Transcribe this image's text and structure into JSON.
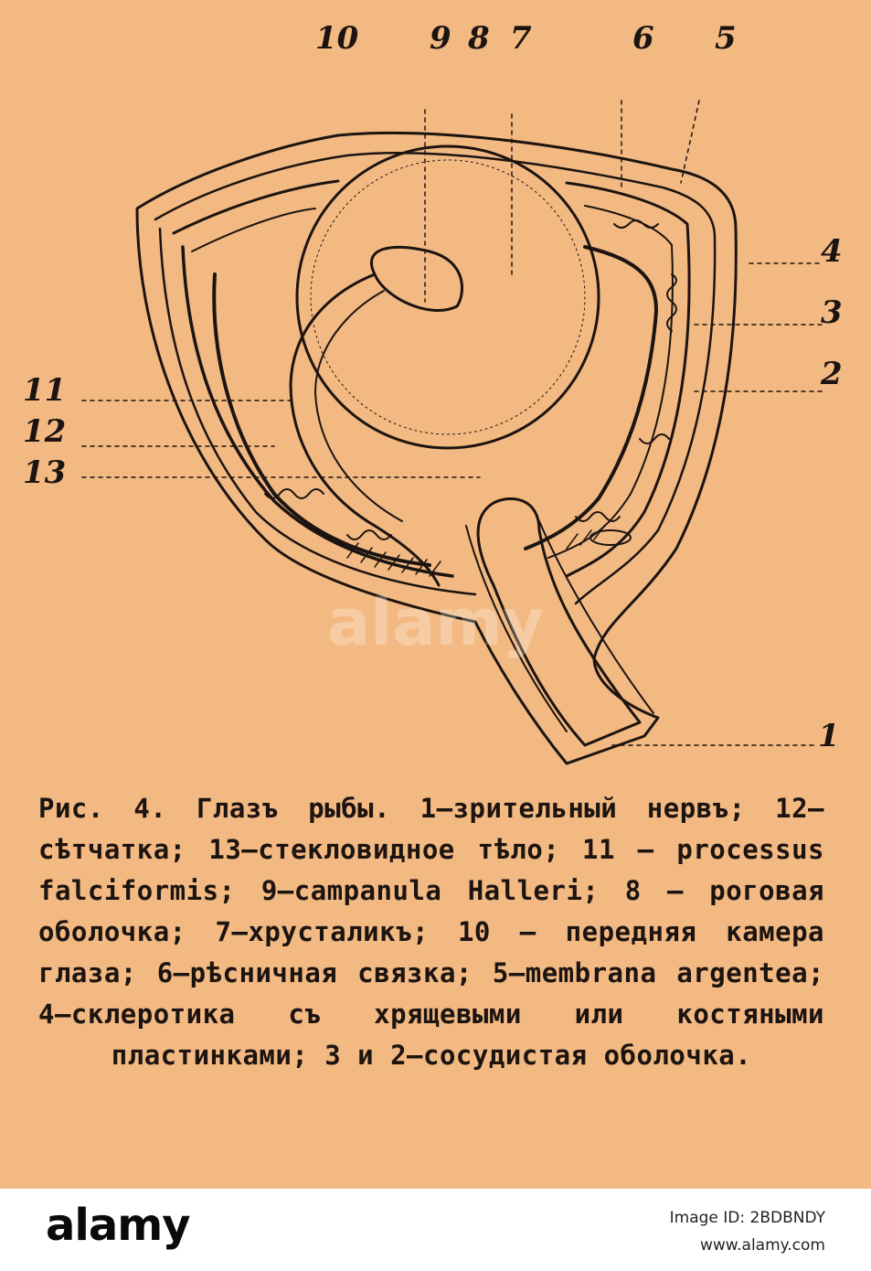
{
  "figure": {
    "top_labels": [
      "10",
      "9",
      "8",
      "7",
      "6",
      "5"
    ],
    "right_labels": [
      "4",
      "3",
      "2"
    ],
    "left_labels": [
      "11",
      "12",
      "13"
    ],
    "bottom_label": "1"
  },
  "caption": "Рис. 4. Глазъ рыбы. 1—зрительный нервъ; 12—сѣтчатка; 13—стекловидное тѣло; 11 – processus falciformis; 9—campanula Halleri; 8 — роговая оболочка; 7—хрусталикъ; 10 — передняя камера глаза; 6—рѣсничная связка; 5—membrana argentea; 4—склеротика съ хрящевыми или костяными пластинками; 3 и 2—сосудистая оболочка.",
  "watermark": "alamy",
  "footer": {
    "logo": "alamy",
    "image_id": "Image ID: 2BDBNDY",
    "url": "www.alamy.com"
  },
  "colors": {
    "paper": "#f3b983",
    "ink": "#1c1410",
    "footer_bg": "#ffffff"
  }
}
